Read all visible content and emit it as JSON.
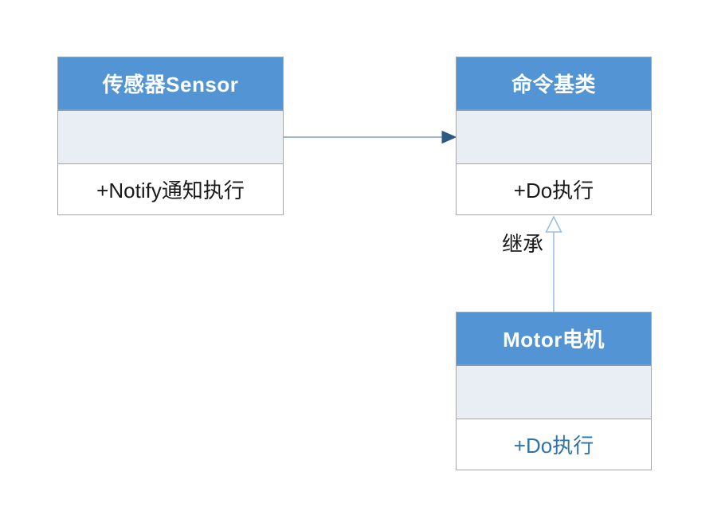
{
  "diagram": {
    "classes": [
      {
        "id": "sensor",
        "title": "传感器Sensor",
        "attributes": "",
        "method": "+Notify通知执行"
      },
      {
        "id": "command",
        "title": "命令基类",
        "attributes": "",
        "method": "+Do执行"
      },
      {
        "id": "motor",
        "title": "Motor电机",
        "attributes": "",
        "method": "+Do执行"
      }
    ],
    "relations": {
      "association": {
        "from": "传感器Sensor",
        "to": "命令基类",
        "label": ""
      },
      "inheritance": {
        "from": "Motor电机",
        "to": "命令基类",
        "label": "继承"
      }
    }
  },
  "colors": {
    "header-blue": "#5294d4",
    "attrs-bg": "#e9eef5",
    "box-border": "#a6a6a6",
    "assoc-line": "#7f9fc0",
    "assoc-head": "#2d5986",
    "inherit-line": "#9cc0e2",
    "motor-method": "#2e74a8",
    "text-dark": "#1a1a1a"
  }
}
